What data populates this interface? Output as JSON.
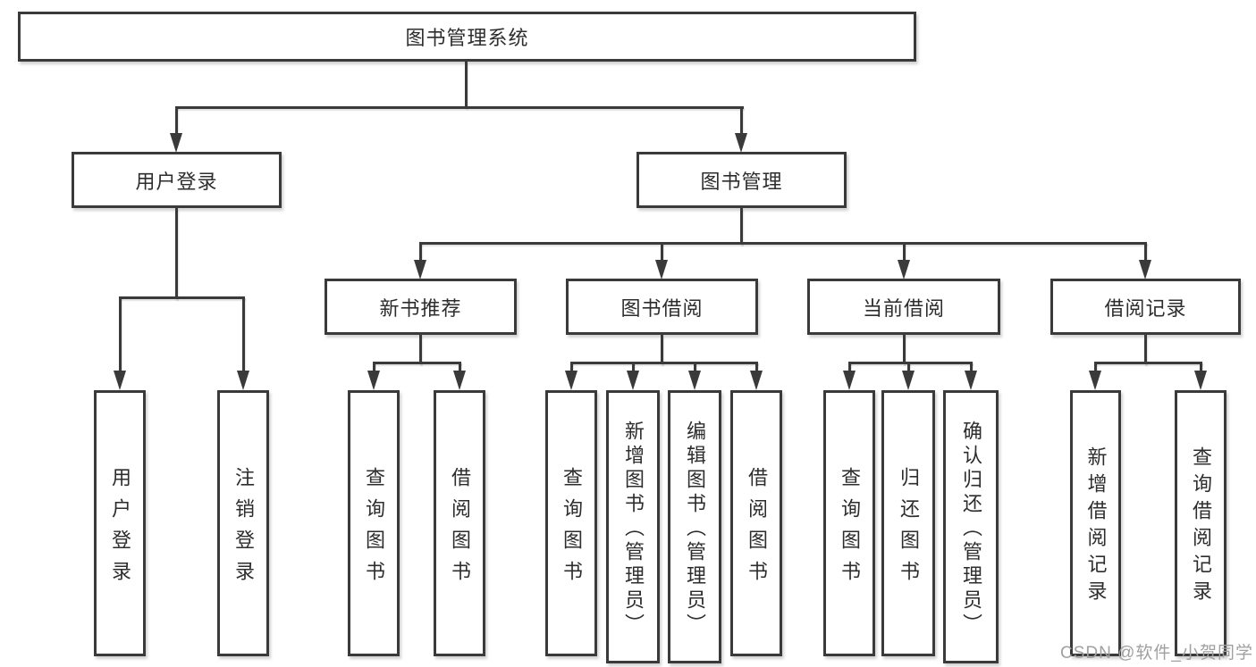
{
  "diagram_type": "hierarchy-tree",
  "tree": {
    "label": "图书管理系统",
    "children": [
      {
        "label": "用户登录",
        "children": [
          {
            "label": "用户登录"
          },
          {
            "label": "注销登录"
          }
        ]
      },
      {
        "label": "图书管理",
        "children": [
          {
            "label": "新书推荐",
            "children": [
              {
                "label": "查询图书"
              },
              {
                "label": "借阅图书"
              }
            ]
          },
          {
            "label": "图书借阅",
            "children": [
              {
                "label": "查询图书"
              },
              {
                "label": "新增图书（管理员）"
              },
              {
                "label": "编辑图书（管理员）"
              },
              {
                "label": "借阅图书"
              }
            ]
          },
          {
            "label": "当前借阅",
            "children": [
              {
                "label": "查询图书"
              },
              {
                "label": "归还图书"
              },
              {
                "label": "确认归还（管理员）"
              }
            ]
          },
          {
            "label": "借阅记录",
            "children": [
              {
                "label": "新增借阅记录"
              },
              {
                "label": "查询借阅记录"
              }
            ]
          }
        ]
      }
    ]
  },
  "watermark": {
    "text": "CSDN @软件_小贺同学"
  },
  "colors": {
    "line": "#3a3a3a",
    "text": "#2d2d2d",
    "watermark": "#a0a0a0",
    "background": "#ffffff"
  }
}
